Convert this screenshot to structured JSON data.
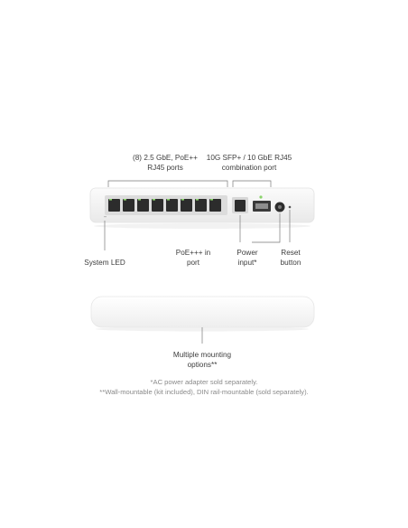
{
  "callouts": {
    "ports_2_5g_line1": "(8) 2.5 GbE, PoE++",
    "ports_2_5g_line2": "RJ45 ports",
    "sfp_line1": "10G SFP+ / 10 GbE RJ45",
    "sfp_line2": "combination port",
    "system_led": "System LED",
    "poe_line1": "PoE+++ in",
    "poe_line2": "port",
    "power_line1": "Power",
    "power_line2": "input*",
    "reset_line1": "Reset",
    "reset_line2": "button",
    "mounting_line1": "Multiple mounting",
    "mounting_line2": "options**"
  },
  "footnotes": {
    "ac_note": "*AC power adapter sold separately.",
    "mount_note": "**Wall-mountable (kit included), DIN rail-mountable (sold separately)."
  },
  "colors": {
    "device_body": "#f4f4f4",
    "port_dark": "#2c2c2c",
    "led_green": "#8bd36b",
    "callout_line": "#7a7a7a"
  },
  "icons": [
    "rj45-port-icon",
    "sfp-port-icon",
    "power-jack-icon",
    "reset-pinhole-icon",
    "led-icon"
  ]
}
